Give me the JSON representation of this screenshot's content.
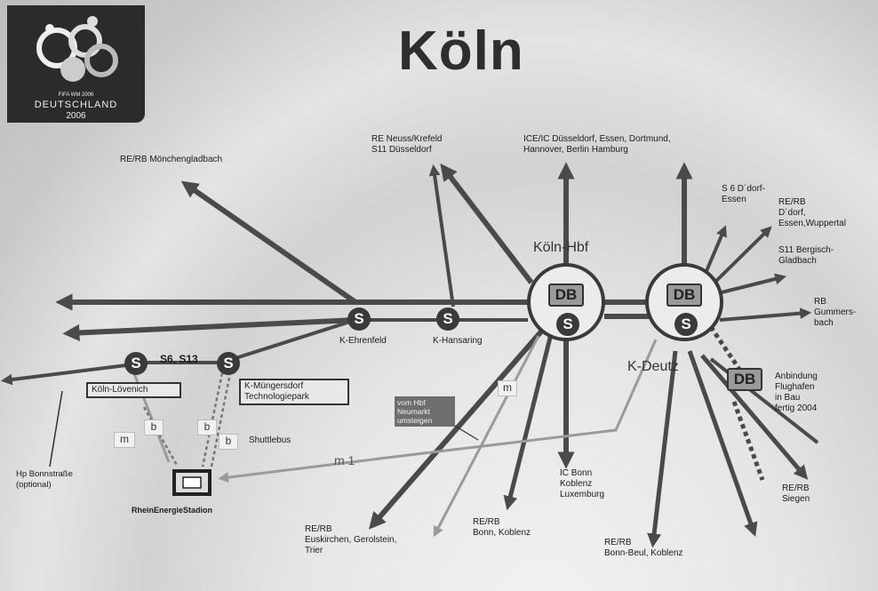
{
  "title": "Köln",
  "logo": {
    "tagline": "FIFA WM 2006",
    "country": "DEUTSCHLAND",
    "year": "2006"
  },
  "hubs": {
    "hbf": {
      "name": "Köln-Hbf",
      "db": "DB",
      "s": "S"
    },
    "deutz": {
      "name": "K-Deutz",
      "db": "DB",
      "s": "S"
    }
  },
  "stations": {
    "ehrenfeld": "K-Ehrenfeld",
    "hansaring": "K-Hansaring",
    "loevenich": "Köln-Lövenich",
    "muengersdorf": "K-Müngersdorf\nTechnologiepark",
    "stadium": "RheinEnergieStadion",
    "s_label": "S"
  },
  "lines_label": "S6, S13",
  "destinations": {
    "moenchengladbach": "RE/RB Mönchengladbach",
    "neuss": "RE Neuss/Krefeld\nS11 Düsseldorf",
    "ice": "ICE/IC Düsseldorf, Essen, Dortmund,\nHannover, Berlin Hamburg",
    "s6": "S 6  D´dorf-\nEssen",
    "rerb_ddorf": "RE/RB\nD´dorf,\nEssen,Wuppertal",
    "s11_bergisch": "S11 Bergisch-\nGladbach",
    "rb_gummersbach": "RB\nGummers-\nbach",
    "flughafen": "Anbindung\nFlughafen\nin Bau\nfertig 2004",
    "siegen": "RE/RB\nSiegen",
    "bonn_beul": "RE/RB\nBonn-Beul, Koblenz",
    "ic_bonn": "IC Bonn\nKoblenz\nLuxemburg",
    "rerb_bonn": "RE/RB\nBonn, Koblenz",
    "euskirchen": "RE/RB\nEuskirchen, Gerolstein,\nTrier",
    "bonnstrasse": "Hp Bonnstraße\n(optional)"
  },
  "notes": {
    "shuttlebus": "Shuttlebus",
    "umsteigen": "vom Hbf\nNeumarkt\numsteigen",
    "m": "m",
    "b": "b",
    "m1": "m 1"
  },
  "colors": {
    "track": "#4a4a4a",
    "tram": "#9a9a9a",
    "hub_fill": "#ececec",
    "s_icon": "#3a3a3a"
  }
}
